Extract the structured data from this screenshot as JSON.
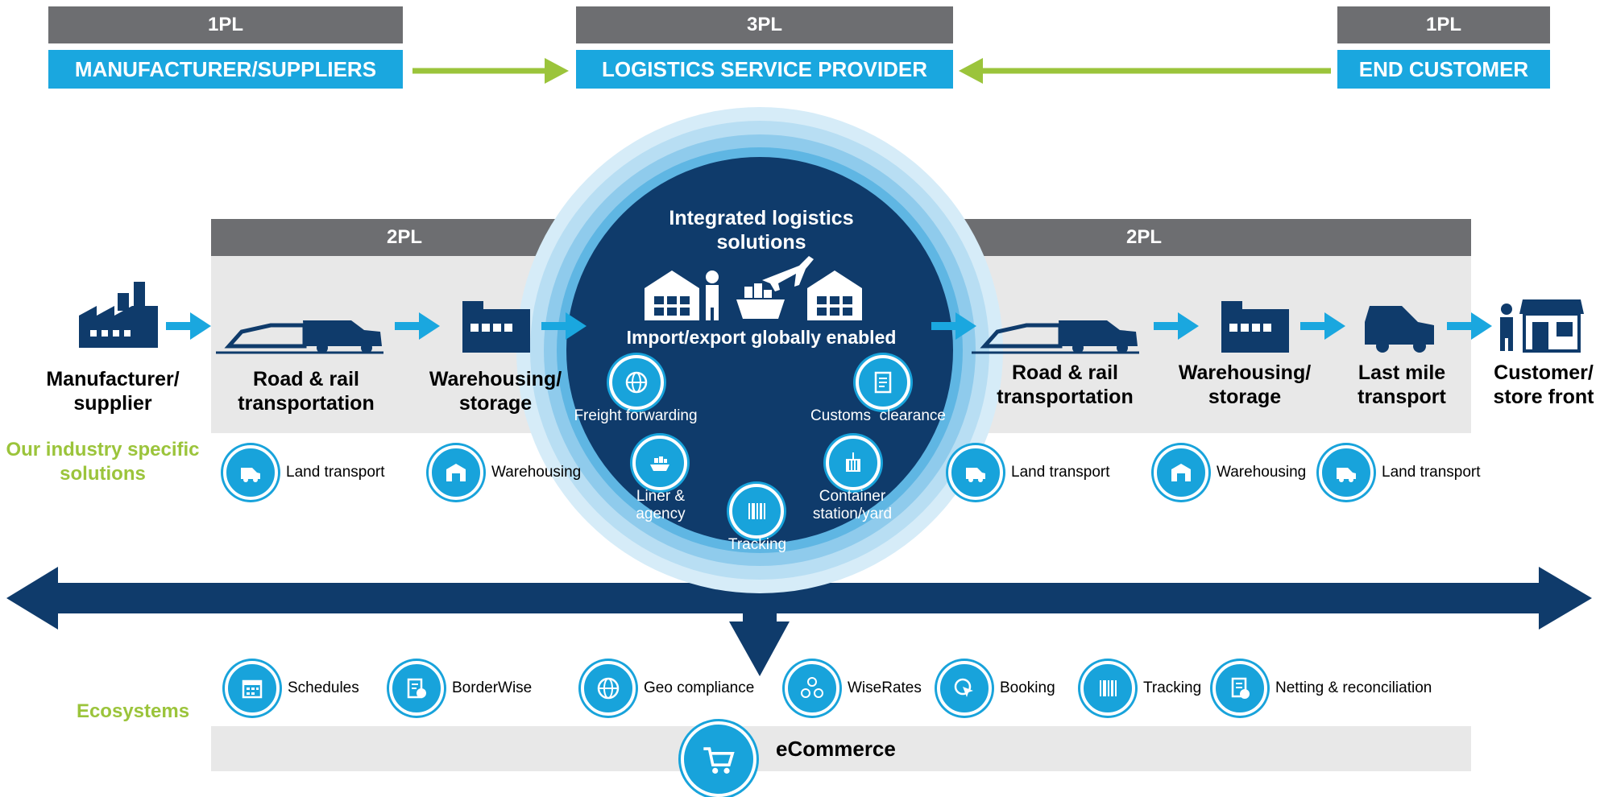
{
  "top": {
    "left_tier": "1PL",
    "left_role": "MANUFACTURER/SUPPLIERS",
    "center_tier": "3PL",
    "center_role": "LOGISTICS SERVICE PROVIDER",
    "right_tier": "1PL",
    "right_role": "END CUSTOMER"
  },
  "band": {
    "left_tier": "2PL",
    "right_tier": "2PL"
  },
  "hub": {
    "title": "Integrated logistics solutions",
    "subtitle": "Import/export globally enabled",
    "services": [
      "Freight forwarding",
      "Customs  clearance",
      "Liner & agency",
      "Container station/yard",
      "Tracking"
    ]
  },
  "stages": [
    "Manufacturer/ supplier",
    "Road & rail transportation",
    "Warehousing/ storage",
    "Road & rail transportation",
    "Warehousing/ storage",
    "Last mile transport",
    "Customer/ store front"
  ],
  "industry": {
    "label": "Our industry specific solutions",
    "items": [
      "Land transport",
      "Warehousing",
      "Land transport",
      "Warehousing",
      "Land transport"
    ]
  },
  "ecosystems": {
    "label": "Ecosystems",
    "items": [
      "Schedules",
      "BorderWise",
      "Geo compliance",
      "WiseRates",
      "Booking",
      "Tracking",
      "Netting & reconciliation"
    ],
    "ecommerce": "eCommerce"
  },
  "colors": {
    "navy": "#0f3b6b",
    "blue": "#1aa7df",
    "green": "#9bc43b",
    "grey": "#6d6e71"
  },
  "icons": [
    "factory-icon",
    "train-truck-icon",
    "warehouse-icon",
    "delivery-van-icon",
    "store-front-icon",
    "cart-icon",
    "calendar-icon",
    "barcode-icon",
    "ship-icon",
    "plane-icon",
    "globe-icon",
    "document-icon",
    "container-icon"
  ]
}
